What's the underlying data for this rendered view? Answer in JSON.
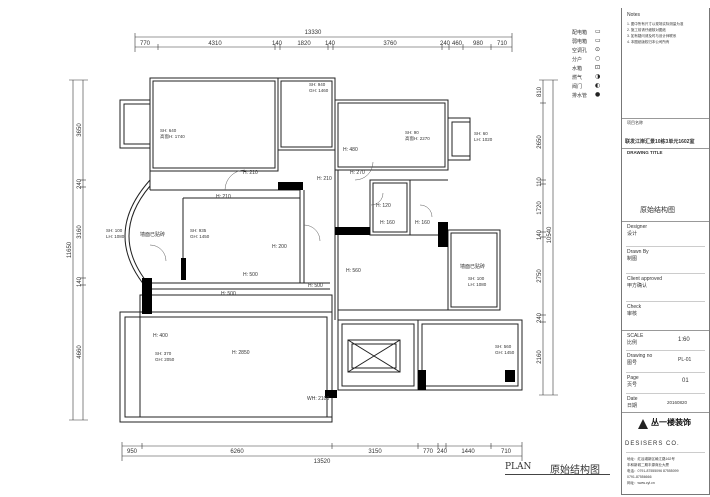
{
  "plan": {
    "overall_top": "13330",
    "top_dims": [
      "770",
      "4310",
      "140",
      "1820",
      "140",
      "3760",
      "240",
      "460",
      "980",
      "710"
    ],
    "overall_bottom": "13520",
    "bottom_dims": [
      "950",
      "6260",
      "3150",
      "770",
      "240",
      "1440",
      "710"
    ],
    "overall_left": "11650",
    "left_dims": [
      "3650",
      "240",
      "3160",
      "140",
      "4660"
    ],
    "overall_right": "10540",
    "right_dims": [
      "810",
      "2650",
      "110",
      "1720",
      "140",
      "2750",
      "240",
      "2160"
    ],
    "room_labels": [
      {
        "id": "a",
        "l1": "SH: 640",
        "l2": "高窗H: 1740"
      },
      {
        "id": "b",
        "l1": "SH: 940",
        "l2": "GH: 1460"
      },
      {
        "id": "c",
        "l1": "SH: 90",
        "l2": "高窗H: 2270"
      },
      {
        "id": "d",
        "l1": "SH: 60",
        "l2": "LH: 1020"
      },
      {
        "id": "e",
        "l1": "SH: 100",
        "l2": "LH: 1080"
      },
      {
        "id": "f",
        "l1": "SH: 935",
        "l2": "GH: 1450"
      },
      {
        "id": "g",
        "l1": "SH: 100",
        "l2": "LH: 1080"
      },
      {
        "id": "h",
        "l1": "SH: 370",
        "l2": "GH: 2050"
      },
      {
        "id": "i",
        "l1": "SH: 560",
        "l2": "GH: 1450"
      }
    ],
    "height_labels": [
      "H: 480",
      "H: 270",
      "H: 210",
      "H: 210",
      "H: 210",
      "H: 120",
      "H: 160",
      "H: 160",
      "H: 200",
      "H: 500",
      "H: 500",
      "H: 500",
      "H: 560",
      "H: 400",
      "WH: 2100",
      "H: 2850"
    ],
    "notes": [
      "墙面已贴砖",
      "墙面已贴砖"
    ],
    "title_en": "PLAN",
    "title_cn": "原始结构图"
  },
  "legend": {
    "items": [
      "配电箱",
      "弱电箱",
      "空调孔",
      "分户",
      "水箱",
      "燃气",
      "阀门",
      "排水管"
    ]
  },
  "title_block": {
    "notes_header": "Notes",
    "notes_lines": [
      "1. 图中所有尺寸以现场实际测量为准",
      "2. 施工前请仔细核对图纸",
      "3. 如有疑问请及时与设计师联系",
      "4. 本图纸版权归本公司所有"
    ],
    "project_label": "项目名称",
    "project_name": "联发江岸汇景10栋3单元1602室",
    "drawing_title_label": "DRAWING TITLE",
    "drawing_title": "原始结构图",
    "designer_label": "Designer",
    "designer_cn": "设计",
    "drawn_label": "Drawn By",
    "drawn_cn": "制图",
    "client_label": "Client approved",
    "client_cn": "甲方确认",
    "check_label": "Check",
    "check_cn": "审核",
    "scale_label": "SCALE",
    "scale_cn": "比例",
    "scale_value": "1:60",
    "drawingno_label": "Drawing no",
    "drawingno_cn": "图号",
    "drawingno_value": "PL-01",
    "page_label": "Page",
    "page_cn": "页号",
    "page_value": "01",
    "date_label": "Date",
    "date_cn": "日期",
    "date_value": "20160820",
    "company_cn": "丛一楼装饰",
    "company_en": "DESISERS CO.",
    "address_lines": [
      "地址：红谷滩新区赣江路162号",
      "丰和新城二期丰源商业大厦",
      "电话：0791-87555096 87555099",
      "0791-87556666",
      "网址：www.cyl.cn"
    ]
  }
}
